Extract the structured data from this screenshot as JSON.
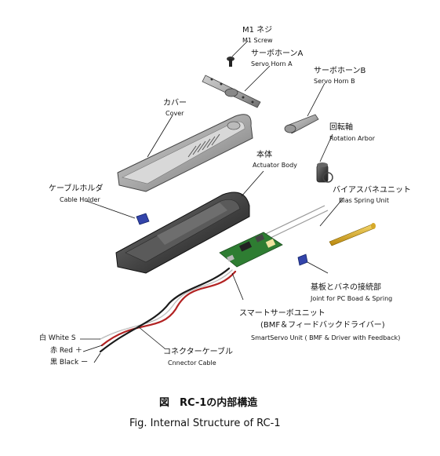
{
  "labels": {
    "m1_screw": {
      "jp": "M1 ネジ",
      "en": "M1 Screw"
    },
    "servo_horn_a": {
      "jp": "サーボホーンA",
      "en": "Servo Horn A"
    },
    "servo_horn_b": {
      "jp": "サーボホーンB",
      "en": "Servo Horn B"
    },
    "cover": {
      "jp": "カバー",
      "en": "Cover"
    },
    "rotation_arbor": {
      "jp": "回転軸",
      "en": "Rotation Arbor"
    },
    "actuator_body": {
      "jp": "本体",
      "en": "Actuator Body"
    },
    "cable_holder": {
      "jp": "ケーブルホルダ",
      "en": "Cable Holder"
    },
    "bias_spring_unit": {
      "jp": "バイアスバネユニット",
      "en": "Bias Spring Unit"
    },
    "joint": {
      "jp": "基板とバネの接続部",
      "en": "Joint for PC Boad & Spring"
    },
    "smartservo": {
      "jp": "スマートサーボユニット",
      "jp2": "(BMF＆フィードバックドライバー)",
      "en": "SmartServo Unit ( BMF & Driver with Feedback)"
    },
    "connector_cable": {
      "jp": "コネクターケーブル",
      "en": "Cnnector Cable"
    },
    "wire_white": "白 White S",
    "wire_red": "赤 Red ＋",
    "wire_black": "黒 Black ー"
  },
  "caption": {
    "jp": "図　RC-1の内部構造",
    "en": "Fig. Internal Structure of RC-1"
  }
}
